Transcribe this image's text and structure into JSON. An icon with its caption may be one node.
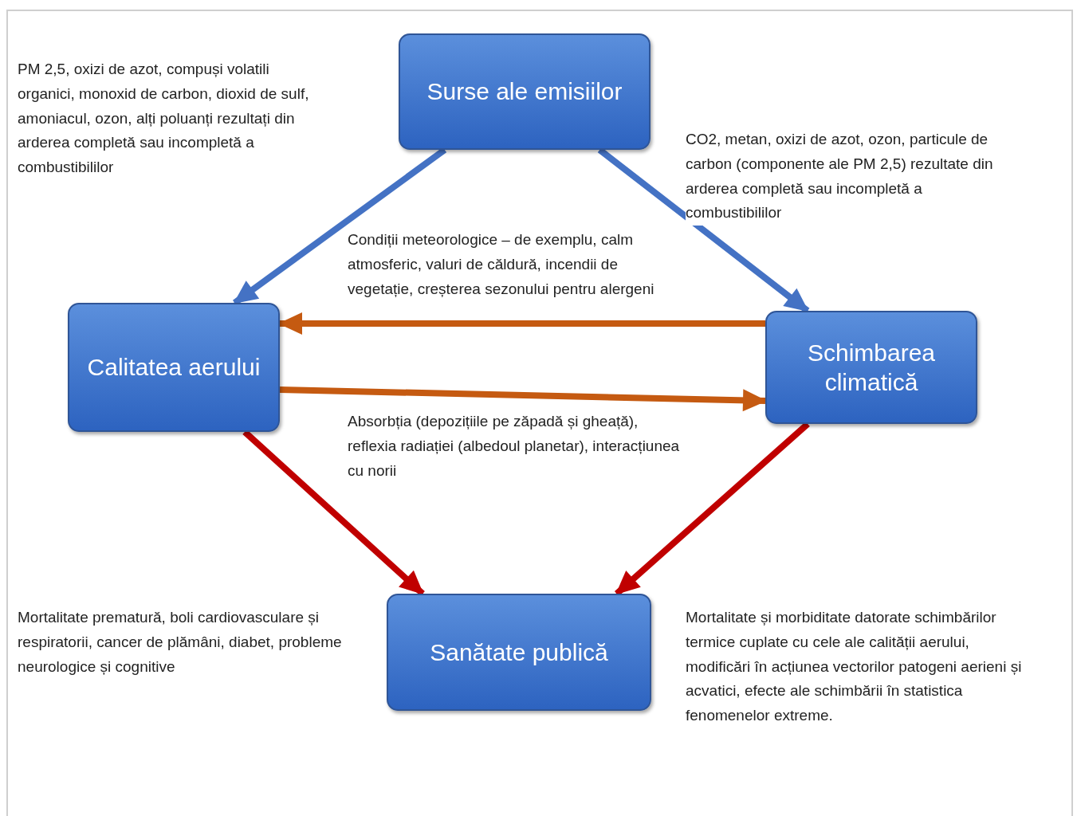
{
  "diagram": {
    "nodes": [
      {
        "text": [
          "Surse ale emisiilor"
        ]
      },
      {
        "text": [
          "Calitatea aerului"
        ]
      },
      {
        "text": [
          "Schimbarea climatică"
        ]
      },
      {
        "text": [
          "Sanătate publică"
        ]
      }
    ],
    "edges": [
      {
        "from": 0,
        "to": 1,
        "arrow": "to",
        "color": "#4472c4",
        "label": "PM 2,5, oxizi de azot, compuși volatili organici, monoxid de carbon, dioxid de sulf, amoniacul, ozon, alți poluanți rezultați din arderea completă sau incompletă a combustibililor"
      },
      {
        "from": 0,
        "to": 2,
        "arrow": "to",
        "color": "#4472c4",
        "label": "CO2, metan, oxizi de azot, ozon, particule de carbon (componente ale PM 2,5) rezultate din arderea completă sau incompletă a combustibililor"
      },
      {
        "from": 2,
        "to": 1,
        "arrow": "to",
        "color": "#c55a11",
        "label": "Condiții meteorologice – de exemplu, calm atmosferic, valuri de căldură, incendii de vegetație, creșterea sezonului pentru alergeni"
      },
      {
        "from": 1,
        "to": 2,
        "arrow": "to",
        "color": "#c55a11",
        "label": "Absorbția (depozițiile pe zăpadă și gheață), reflexia radiației (albedoul planetar), interacțiunea cu norii"
      },
      {
        "from": 1,
        "to": 3,
        "arrow": "to",
        "color": "#c00000",
        "label": "Mortalitate prematură, boli cardiovasculare și respiratorii, cancer de plămâni, diabet, probleme neurologice și cognitive"
      },
      {
        "from": 2,
        "to": 3,
        "arrow": "to",
        "color": "#c00000",
        "label": "Mortalitate și morbiditate datorate schimbărilor termice cuplate cu cele ale calității aerului, modificări în acțiunea vectorilor patogeni aerieni și acvatici, efecte ale schimbării în statistica fenomenelor extreme."
      }
    ]
  }
}
